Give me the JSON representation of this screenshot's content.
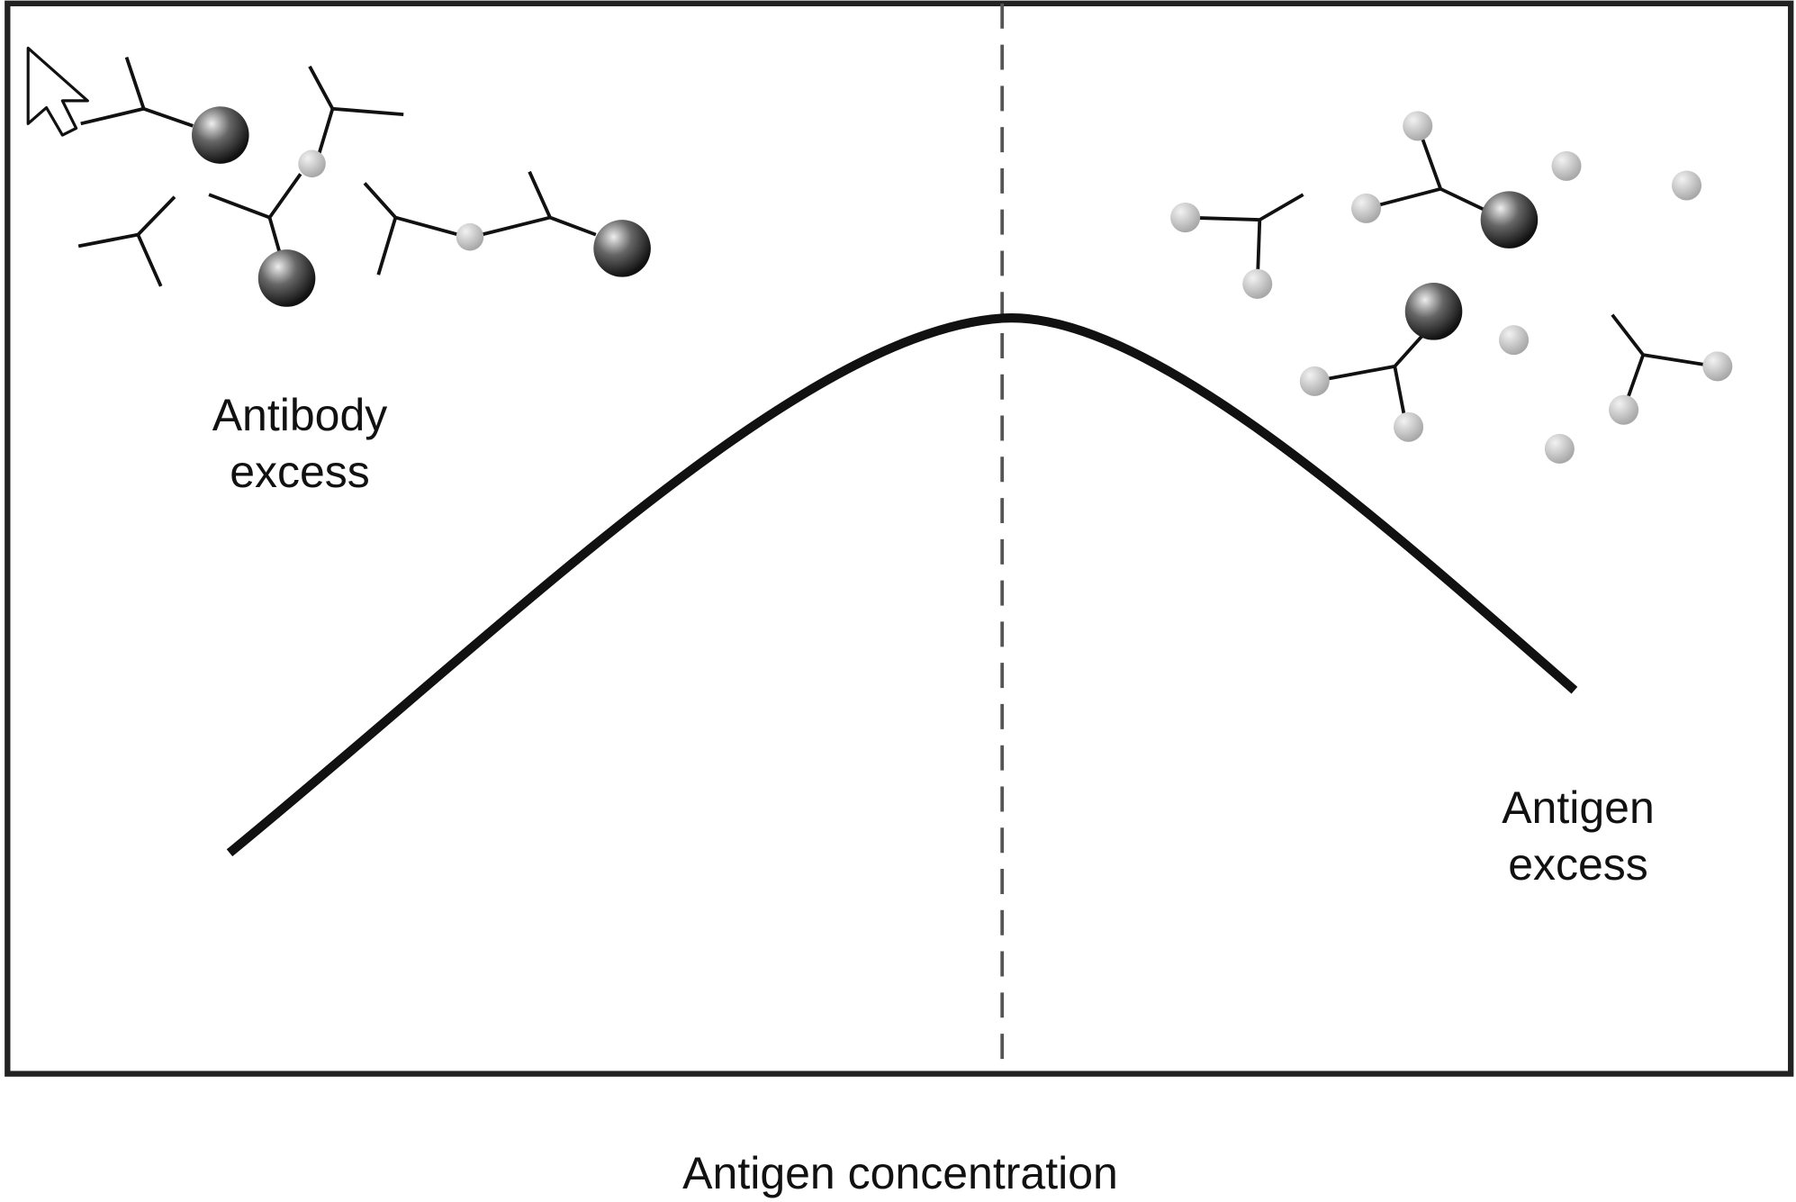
{
  "diagram": {
    "left_label": {
      "line1": "Antibody",
      "line2": "excess"
    },
    "right_label": {
      "line1": "Antigen",
      "line2": "excess"
    },
    "x_axis_label": "Antigen concentration"
  },
  "colors": {
    "frame": "#222222",
    "curve": "#111111",
    "antigen": "#bdbdbd",
    "particle": "#3a3a3a"
  }
}
